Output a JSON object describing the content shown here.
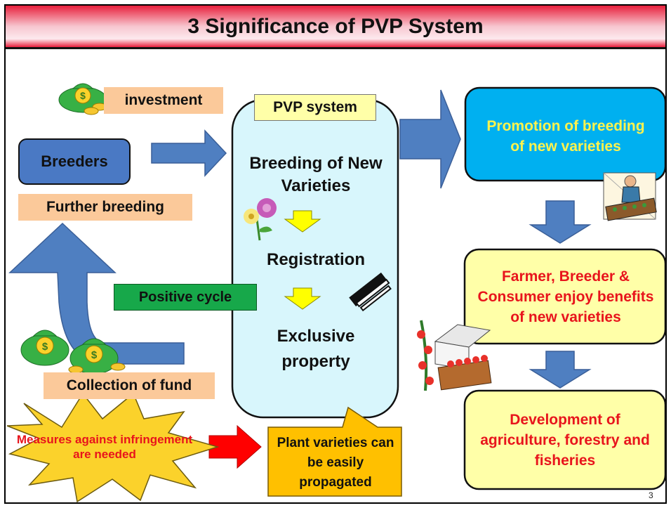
{
  "title": "3   Significance of PVP System",
  "left": {
    "investment": "investment",
    "breeders": "Breeders",
    "further_breeding": "Further breeding",
    "positive_cycle": "Positive cycle",
    "collection_of_fund": "Collection of fund",
    "measures": "Measures against infringement are needed"
  },
  "center": {
    "pvp_label": "PVP system",
    "step1": "Breeding of New Varieties",
    "step2": "Registration",
    "step3": "Exclusive property",
    "callout": "Plant varieties can be easily propagated"
  },
  "right": {
    "box1": "Promotion of breeding of new varieties",
    "box2": "Farmer, Breeder & Consumer enjoy benefits of new varieties",
    "box3": "Development of agriculture, forestry and fisheries"
  },
  "page_number": "3",
  "colors": {
    "title_red": "#e8203c",
    "arrow_blue": "#4f7fc1",
    "tag_orange": "#fbc99a",
    "breeders_fill": "#4a79c4",
    "pvp_fill": "#d8f6fc",
    "green": "#17a84a",
    "promotion_fill": "#00b0f0",
    "promotion_text": "#fff34d",
    "yellow_box": "#ffffa8",
    "red_text": "#e8141c",
    "star_fill": "#fbd22b",
    "callout_fill": "#ffc000",
    "small_arrow": "#ffff00"
  },
  "icons": [
    "money-bag-icon",
    "flower-icon",
    "certificate-icon",
    "farmer-icon",
    "greenhouse-tomato-icon"
  ]
}
